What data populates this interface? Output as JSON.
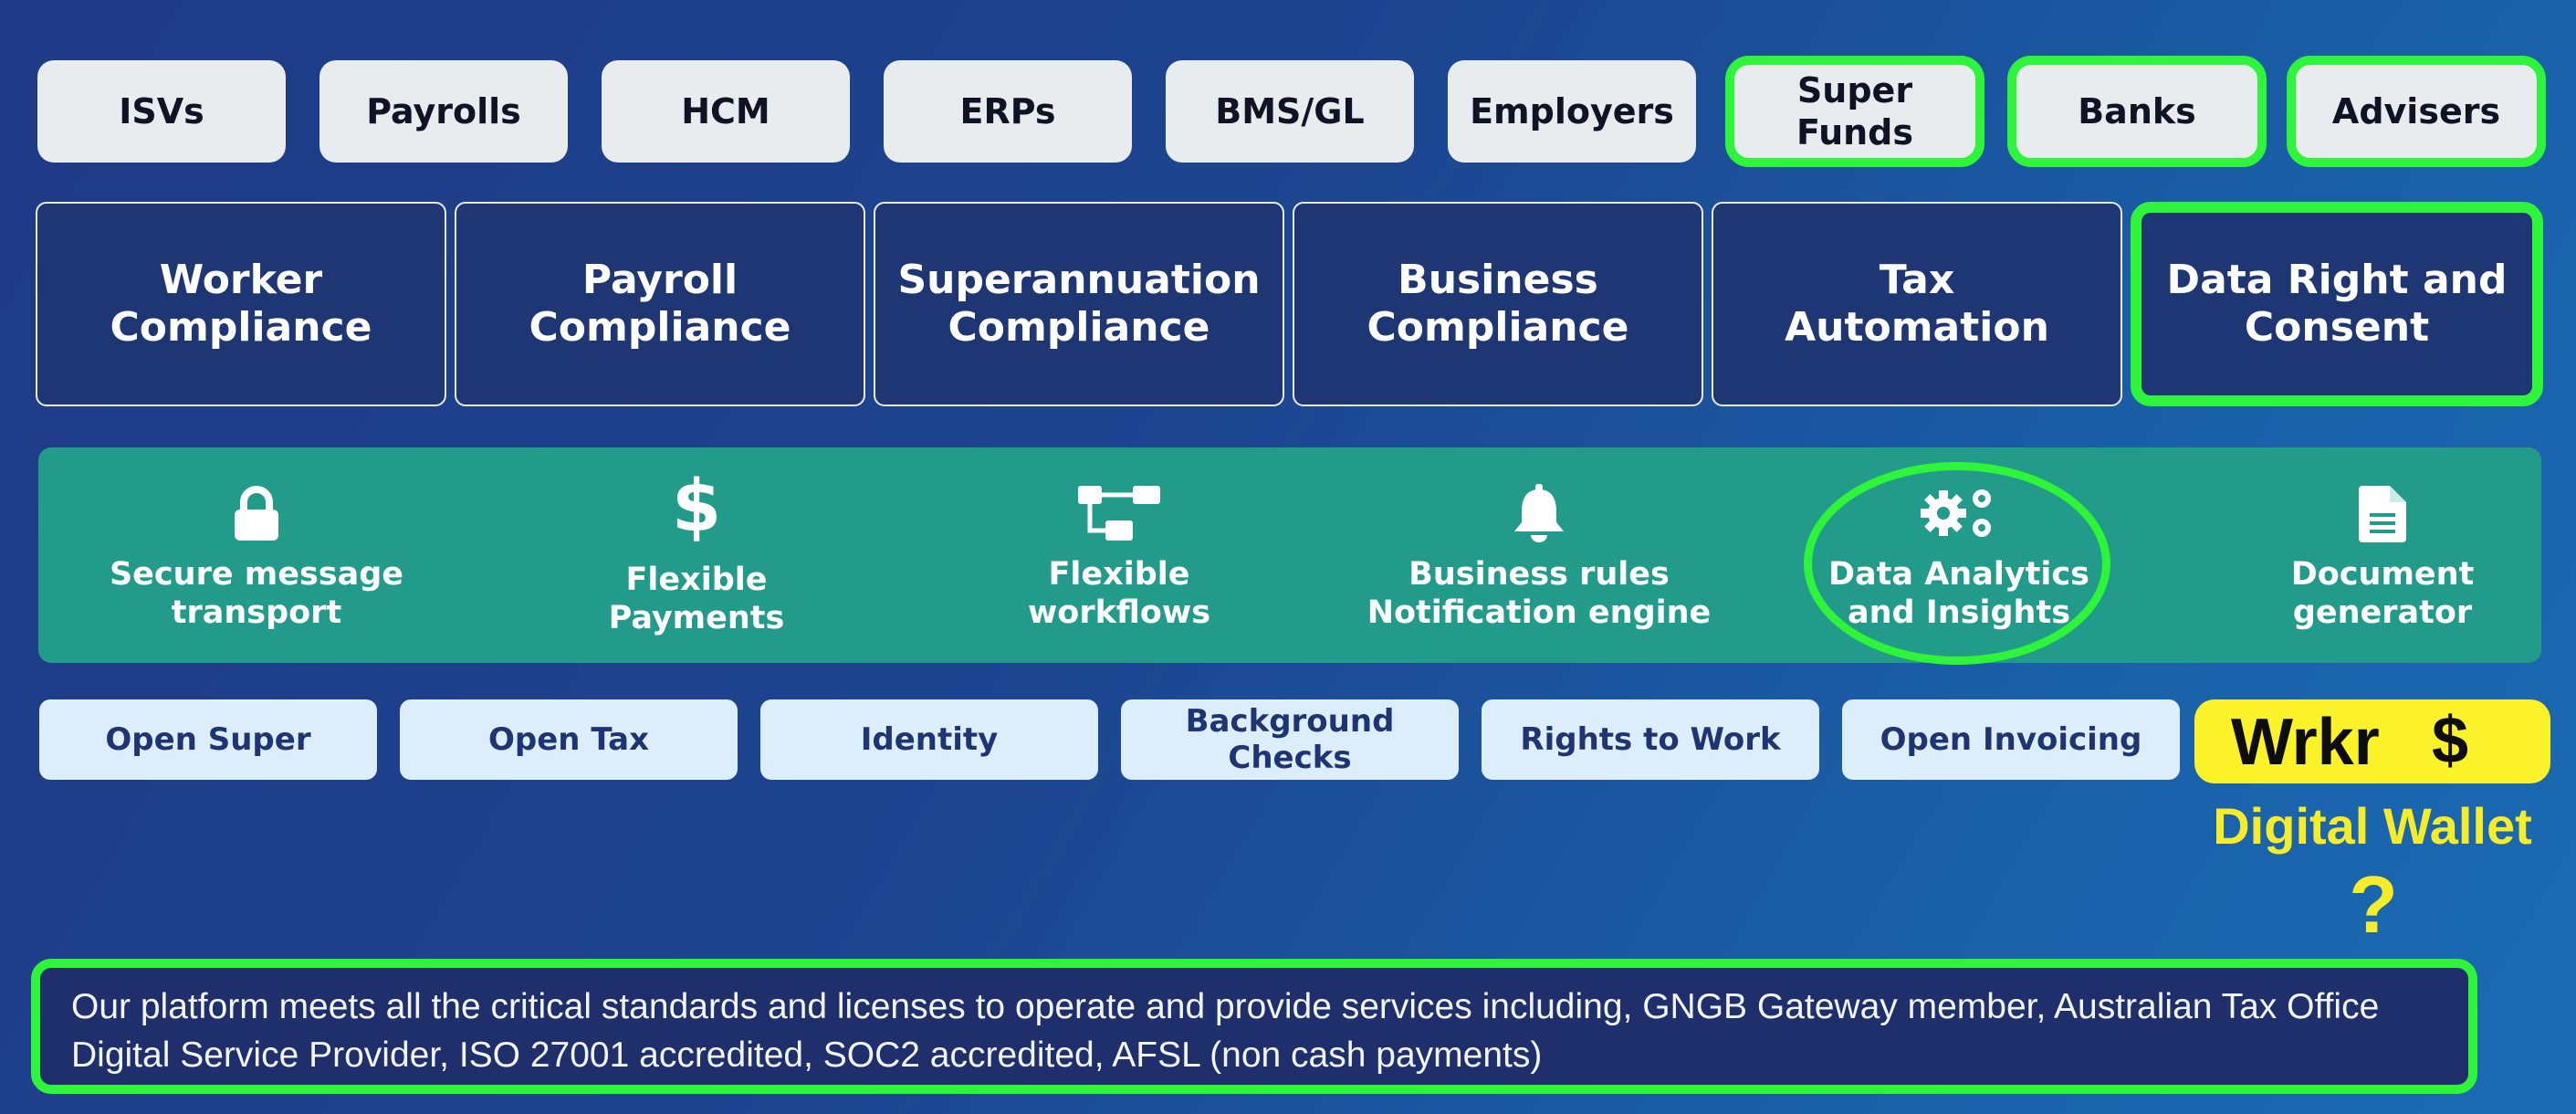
{
  "top_row": [
    {
      "label": "ISVs"
    },
    {
      "label": "Payrolls"
    },
    {
      "label": "HCM"
    },
    {
      "label": "ERPs"
    },
    {
      "label": "BMS/GL"
    },
    {
      "label": "Employers"
    },
    {
      "label": "Super\nFunds",
      "highlighted": true
    },
    {
      "label": "Banks",
      "highlighted": true
    },
    {
      "label": "Advisers",
      "highlighted": true
    }
  ],
  "compliance_row": [
    {
      "label": "Worker\nCompliance"
    },
    {
      "label": "Payroll\nCompliance"
    },
    {
      "label": "Superannuation\nCompliance"
    },
    {
      "label": "Business\nCompliance"
    },
    {
      "label": "Tax\nAutomation"
    },
    {
      "label": "Data Right and\nConsent",
      "highlighted": true
    }
  ],
  "features": [
    {
      "label": "Secure message\ntransport",
      "icon": "lock-icon"
    },
    {
      "label": "Flexible\nPayments",
      "icon": "dollar-icon"
    },
    {
      "label": "Flexible\nworkflows",
      "icon": "workflow-icon"
    },
    {
      "label": "Business rules\nNotification engine",
      "icon": "bell-icon"
    },
    {
      "label": "Data Analytics\nand Insights",
      "icon": "gears-icon",
      "highlighted": true
    },
    {
      "label": "Document\ngenerator",
      "icon": "document-icon"
    }
  ],
  "standards": [
    {
      "label": "Open Super"
    },
    {
      "label": "Open Tax"
    },
    {
      "label": "Identity"
    },
    {
      "label": "Background\nChecks"
    },
    {
      "label": "Rights to Work"
    },
    {
      "label": "Open Invoicing"
    }
  ],
  "wallet": {
    "brand": "Wrkr",
    "symbol": "$",
    "caption": "Digital Wallet",
    "question": "?"
  },
  "footer_text": "Our platform meets all the critical standards and licenses to operate and provide services including, GNGB Gateway member, Australian Tax Office Digital Service Provider, ISO 27001 accredited, SOC2 accredited, AFSL (non cash payments)",
  "colors": {
    "highlight": "#2ef53a",
    "navy_box": "#1f3675",
    "teal_band": "#239b8a",
    "standard_pill": "#dcedfb",
    "wallet_yellow": "#fcf229"
  }
}
